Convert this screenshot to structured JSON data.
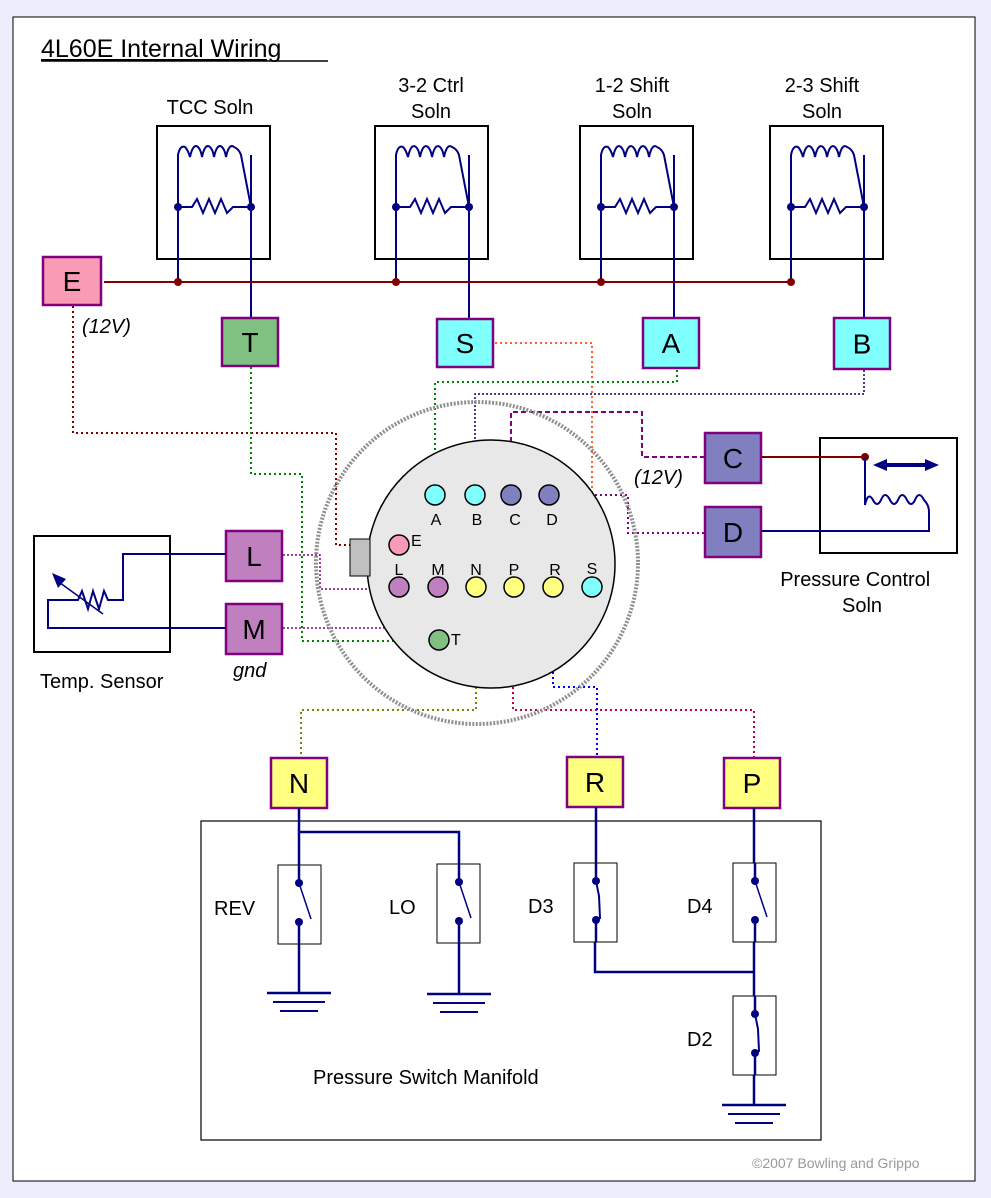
{
  "title": "4L60E Internal Wiring",
  "copyright": "©2007 Bowling and Grippo",
  "colors": {
    "background": "#ededfb",
    "panel": "#ffffff",
    "wire_blue": "#000080",
    "wire_red": "#800000",
    "terminal_border": "#800080",
    "pink": "#f99bb4",
    "green": "#80c080",
    "cyan": "#80ffff",
    "violet": "#8080c0",
    "mauve": "#c080c0",
    "yellow": "#ffff80"
  },
  "solenoids": [
    {
      "id": "tcc",
      "label_lines": [
        "TCC Soln"
      ],
      "terminal": "T"
    },
    {
      "id": "32ctrl",
      "label_lines": [
        "3-2 Ctrl",
        "Soln"
      ],
      "terminal": "S"
    },
    {
      "id": "12shift",
      "label_lines": [
        "1-2 Shift",
        "Soln"
      ],
      "terminal": "A"
    },
    {
      "id": "23shift",
      "label_lines": [
        "2-3 Shift",
        "Soln"
      ],
      "terminal": "B"
    }
  ],
  "terminals": {
    "E": {
      "label": "E",
      "note": "(12V)"
    },
    "T": {
      "label": "T"
    },
    "S": {
      "label": "S"
    },
    "A": {
      "label": "A"
    },
    "B": {
      "label": "B"
    },
    "C": {
      "label": "C",
      "note": "(12V)"
    },
    "D": {
      "label": "D"
    },
    "L": {
      "label": "L"
    },
    "M": {
      "label": "M",
      "note": "gnd"
    },
    "N": {
      "label": "N"
    },
    "R": {
      "label": "R"
    },
    "P": {
      "label": "P"
    }
  },
  "connector_pins": [
    "A",
    "B",
    "C",
    "D",
    "E",
    "L",
    "M",
    "N",
    "P",
    "R",
    "S",
    "T"
  ],
  "pressure_control": {
    "label_lines": [
      "Pressure Control",
      "Soln"
    ]
  },
  "temp_sensor": {
    "label": "Temp. Sensor"
  },
  "manifold": {
    "label": "Pressure Switch Manifold",
    "switches": [
      {
        "id": "rev",
        "label": "REV",
        "state": "open"
      },
      {
        "id": "lo",
        "label": "LO",
        "state": "open"
      },
      {
        "id": "d3",
        "label": "D3",
        "state": "closed"
      },
      {
        "id": "d4",
        "label": "D4",
        "state": "open"
      },
      {
        "id": "d2",
        "label": "D2",
        "state": "closed"
      }
    ]
  }
}
